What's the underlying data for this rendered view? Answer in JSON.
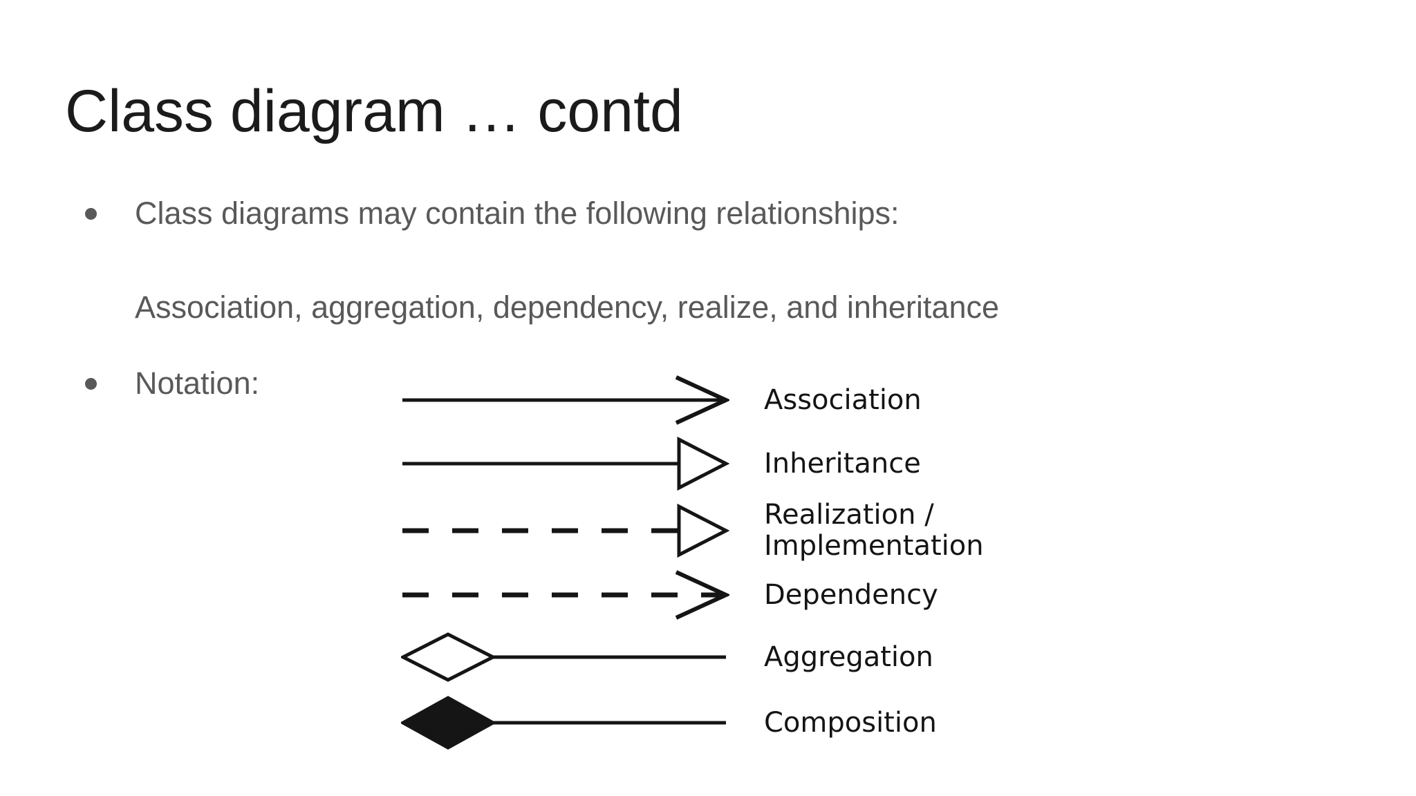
{
  "slide": {
    "title": "Class diagram … contd",
    "title_color": "#1b1b1b",
    "body_text_color": "#595959",
    "background_color": "#ffffff",
    "bullets": [
      {
        "text": "Class diagrams may contain the following relationships:"
      },
      {
        "text": "Association, aggregation, dependency, realize, and inheritance"
      },
      {
        "text": "Notation:"
      }
    ]
  },
  "legend": {
    "stroke_color": "#151515",
    "items": [
      {
        "label": "Association",
        "line": "solid",
        "marker": "open-arrow",
        "icon": "association-arrow-icon"
      },
      {
        "label": "Inheritance",
        "line": "solid",
        "marker": "hollow-triangle",
        "icon": "inheritance-arrow-icon"
      },
      {
        "label": "Realization /\nImplementation",
        "line": "dashed",
        "marker": "hollow-triangle",
        "icon": "realization-arrow-icon"
      },
      {
        "label": "Dependency",
        "line": "dashed",
        "marker": "open-arrow",
        "icon": "dependency-arrow-icon"
      },
      {
        "label": "Aggregation",
        "line": "solid",
        "marker": "hollow-diamond-start",
        "icon": "aggregation-diamond-icon"
      },
      {
        "label": "Composition",
        "line": "solid",
        "marker": "filled-diamond-start",
        "icon": "composition-diamond-icon"
      }
    ]
  }
}
